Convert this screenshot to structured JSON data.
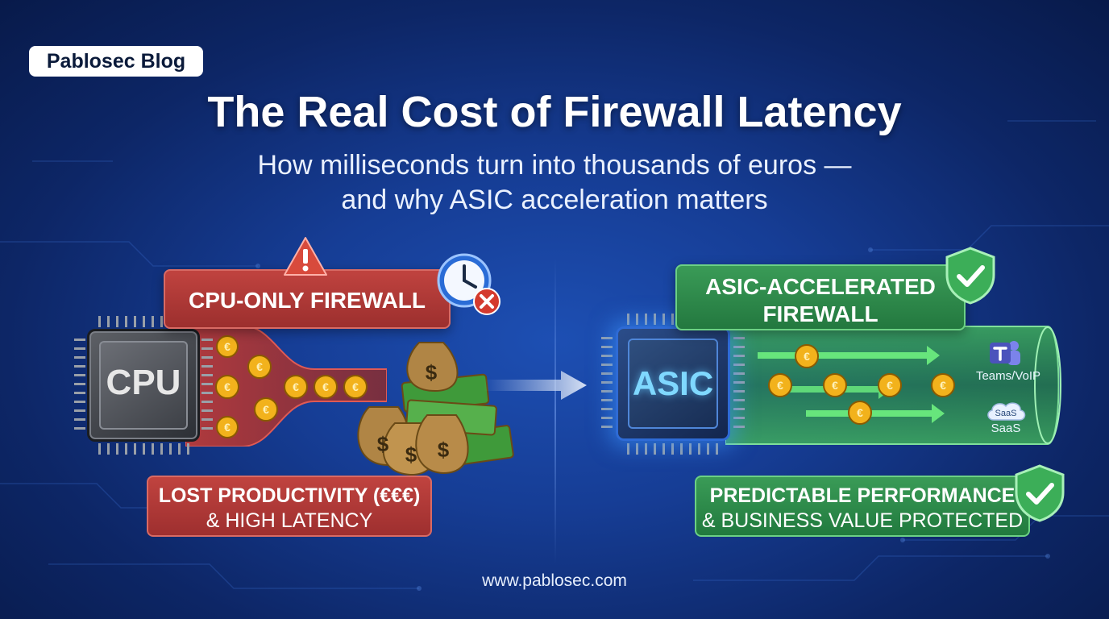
{
  "brand": {
    "badge": "Pablosec Blog"
  },
  "header": {
    "title": "The Real Cost of Firewall Latency",
    "subtitle_line1": "How milliseconds turn into thousands of euros —",
    "subtitle_line2": "and why ASIC acceleration matters"
  },
  "left_panel": {
    "banner": "CPU-ONLY FIREWALL",
    "chip_label": "CPU",
    "result_line1": "LOST PRODUCTIVITY (€€€)",
    "result_line2": "& HIGH LATENCY",
    "icons": [
      "warning-icon",
      "clock-icon",
      "error-x-icon",
      "coin-icon",
      "money-bag-icon",
      "cash-stack-icon"
    ],
    "accent_color": "#b23a37"
  },
  "right_panel": {
    "banner_line1": "ASIC-ACCELERATED",
    "banner_line2": "FIREWALL",
    "chip_label": "ASIC",
    "app1_label": "Teams/VoIP",
    "app2_icon_text": "SaaS",
    "app2_label": "SaaS",
    "result_line1": "PREDICTABLE PERFORMANCE",
    "result_line2": "& BUSINESS VALUE PROTECTED",
    "icons": [
      "shield-check-icon",
      "teams-icon",
      "saas-cloud-icon",
      "coin-icon",
      "arrow-right-icon"
    ],
    "accent_color": "#2f8b4d"
  },
  "footer": {
    "url": "www.pablosec.com"
  }
}
